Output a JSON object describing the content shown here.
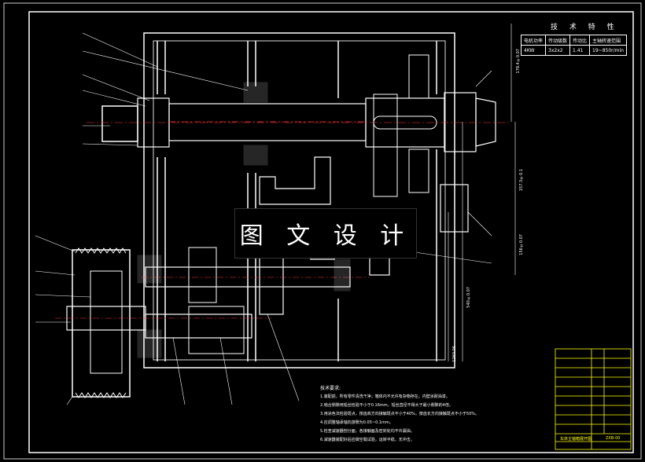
{
  "watermark": "图 文 设 计",
  "tech_spec": {
    "title": "技 术 特 性",
    "headers": [
      "电机功率",
      "传动级数",
      "传动比",
      "主轴转速范围"
    ],
    "values": [
      "4KW",
      "3x2x2",
      "1.41",
      "19~850r/min"
    ]
  },
  "notes": {
    "title": "技术要求:",
    "items": [
      "1.装配前，所有零件清洗干净；箱体内不允许有杂物存在，内壁涂耐油漆。",
      "2.啮合侧隙用铅丝检验不小于0.16mm，铅丝直径不得大于最小侧隙的4倍。",
      "3.用涂色法检验斑点，按齿高方向接触斑点不小于40%，按齿长方向接触斑点不小于50%。",
      "4.应调整轴承轴向游隙为0.05~0.1mm。",
      "5.检查减速器剖分面，各接触面及密封处均不许漏油。",
      "6.减速器装配好后应做空载试验，运转平稳，无冲击。"
    ]
  },
  "title_block": {
    "drawing_code": "ZXB-00",
    "drawing_name": "车床主轴箱展开图"
  },
  "dimensions": [
    "178.4±0.07",
    "157.3±0.1",
    "156±0.07",
    "540±0.07",
    "1260.06"
  ]
}
